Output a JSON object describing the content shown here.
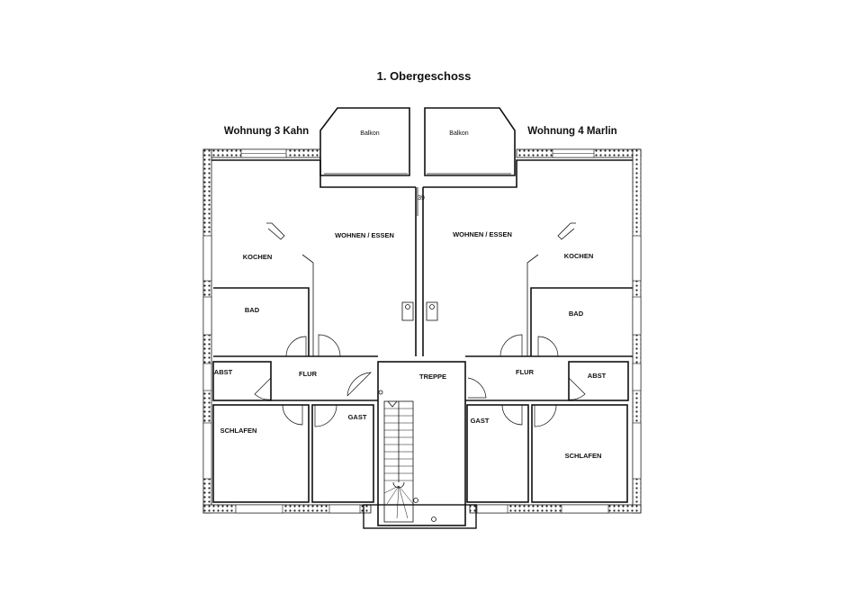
{
  "title": "1. Obergeschoss",
  "units": {
    "left": "Wohnung 3 Kahn",
    "right": "Wohnung 4 Marlin"
  },
  "rooms": {
    "balkon_left": "Balkon",
    "balkon_right": "Balkon",
    "wohnen_left": "WOHNEN / ESSEN",
    "wohnen_right": "WOHNEN / ESSEN",
    "kochen_left": "KOCHEN",
    "kochen_right": "KOCHEN",
    "bad_left": "BAD",
    "bad_right": "BAD",
    "abst_left": "ABST",
    "abst_right": "ABST",
    "flur_left": "FLUR",
    "flur_right": "FLUR",
    "treppe": "TREPPE",
    "gast_left": "GAST",
    "gast_right": "GAST",
    "schlafen_left": "SCHLAFEN",
    "schlafen_right": "SCHLAFEN"
  },
  "annotations": {
    "shaft_mark": "39"
  }
}
